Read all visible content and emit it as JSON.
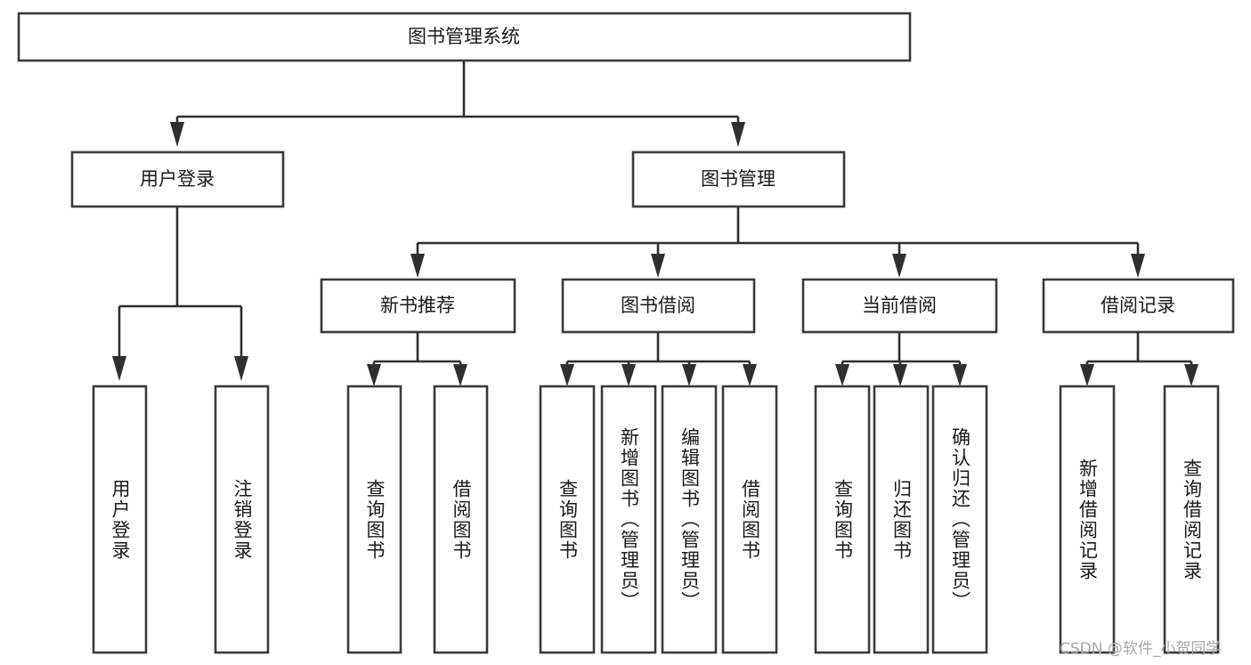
{
  "diagram": {
    "title": "图书管理系统",
    "type": "tree-hierarchy",
    "watermark": "CSDN @软件_小贺同学",
    "colors": {
      "box_stroke": "#3a3a3a",
      "connector": "#2f2f2f",
      "background": "#ffffff",
      "text": "#1a1a1a",
      "watermark": "#a8a8a8"
    },
    "levels": {
      "level1": {
        "nodes": [
          {
            "id": "root",
            "label": "图书管理系统",
            "orientation": "horizontal"
          }
        ]
      },
      "level2": {
        "nodes": [
          {
            "id": "login",
            "label": "用户登录",
            "orientation": "horizontal"
          },
          {
            "id": "bookmgmt",
            "label": "图书管理",
            "orientation": "horizontal"
          }
        ]
      },
      "level3": {
        "nodes": [
          {
            "id": "newbook",
            "label": "新书推荐",
            "orientation": "horizontal"
          },
          {
            "id": "borrow",
            "label": "图书借阅",
            "orientation": "horizontal"
          },
          {
            "id": "current",
            "label": "当前借阅",
            "orientation": "horizontal"
          },
          {
            "id": "record",
            "label": "借阅记录",
            "orientation": "horizontal"
          }
        ]
      },
      "level4": {
        "groups": [
          {
            "parent": "login",
            "leaves": [
              {
                "id": "leaf-user-login",
                "label": "用户登录",
                "orientation": "vertical"
              },
              {
                "id": "leaf-logout",
                "label": "注销登录",
                "orientation": "vertical"
              }
            ]
          },
          {
            "parent": "newbook",
            "leaves": [
              {
                "id": "leaf-query-book-1",
                "label": "查询图书",
                "orientation": "vertical"
              },
              {
                "id": "leaf-borrow-book-1",
                "label": "借阅图书",
                "orientation": "vertical"
              }
            ]
          },
          {
            "parent": "borrow",
            "leaves": [
              {
                "id": "leaf-query-book-2",
                "label": "查询图书",
                "orientation": "vertical"
              },
              {
                "id": "leaf-add-book",
                "label": "新增图书（管理员）",
                "orientation": "vertical"
              },
              {
                "id": "leaf-edit-book",
                "label": "编辑图书（管理员）",
                "orientation": "vertical"
              },
              {
                "id": "leaf-borrow-book-2",
                "label": "借阅图书",
                "orientation": "vertical"
              }
            ]
          },
          {
            "parent": "current",
            "leaves": [
              {
                "id": "leaf-query-book-3",
                "label": "查询图书",
                "orientation": "vertical"
              },
              {
                "id": "leaf-return-book",
                "label": "归还图书",
                "orientation": "vertical"
              },
              {
                "id": "leaf-confirm-return",
                "label": "确认归还（管理员）",
                "orientation": "vertical"
              }
            ]
          },
          {
            "parent": "record",
            "leaves": [
              {
                "id": "leaf-add-record",
                "label": "新增借阅记录",
                "orientation": "vertical"
              },
              {
                "id": "leaf-query-record",
                "label": "查询借阅记录",
                "orientation": "vertical"
              }
            ]
          }
        ]
      }
    }
  }
}
